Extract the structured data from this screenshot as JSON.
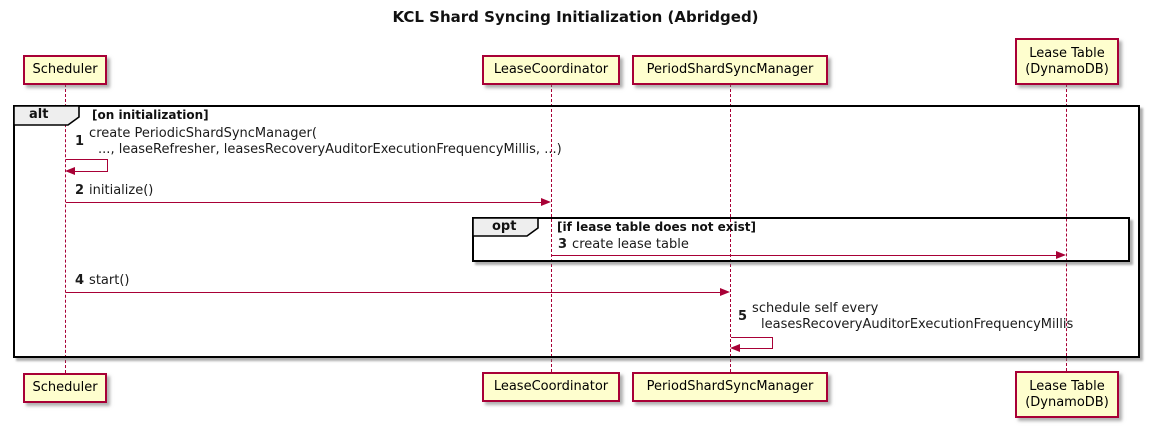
{
  "title": "KCL Shard Syncing Initialization (Abridged)",
  "colors": {
    "participant_fill": "#fefece",
    "participant_border": "#a80036",
    "arrow": "#a80036",
    "lifeline": "#a80036",
    "frame_border": "#000000",
    "operator_fill": "#eeeeee"
  },
  "participants": [
    {
      "label": "Scheduler"
    },
    {
      "label": "LeaseCoordinator"
    },
    {
      "label": "PeriodShardSyncManager"
    },
    {
      "label": "Lease Table",
      "label2": "(DynamoDB)"
    }
  ],
  "frames": {
    "alt": {
      "operator": "alt",
      "condition": "[on initialization]"
    },
    "opt": {
      "operator": "opt",
      "condition": "[if lease table does not exist]"
    }
  },
  "messages": [
    {
      "num": "1",
      "line1": "create PeriodicShardSyncManager(",
      "line2": "..., leaseRefresher, leasesRecoveryAuditorExecutionFrequencyMillis, ...)"
    },
    {
      "num": "2",
      "text": "initialize()"
    },
    {
      "num": "3",
      "text": "create lease table"
    },
    {
      "num": "4",
      "text": "start()"
    },
    {
      "num": "5",
      "line1": "schedule self every",
      "line2": "leasesRecoveryAuditorExecutionFrequencyMillis"
    }
  ]
}
